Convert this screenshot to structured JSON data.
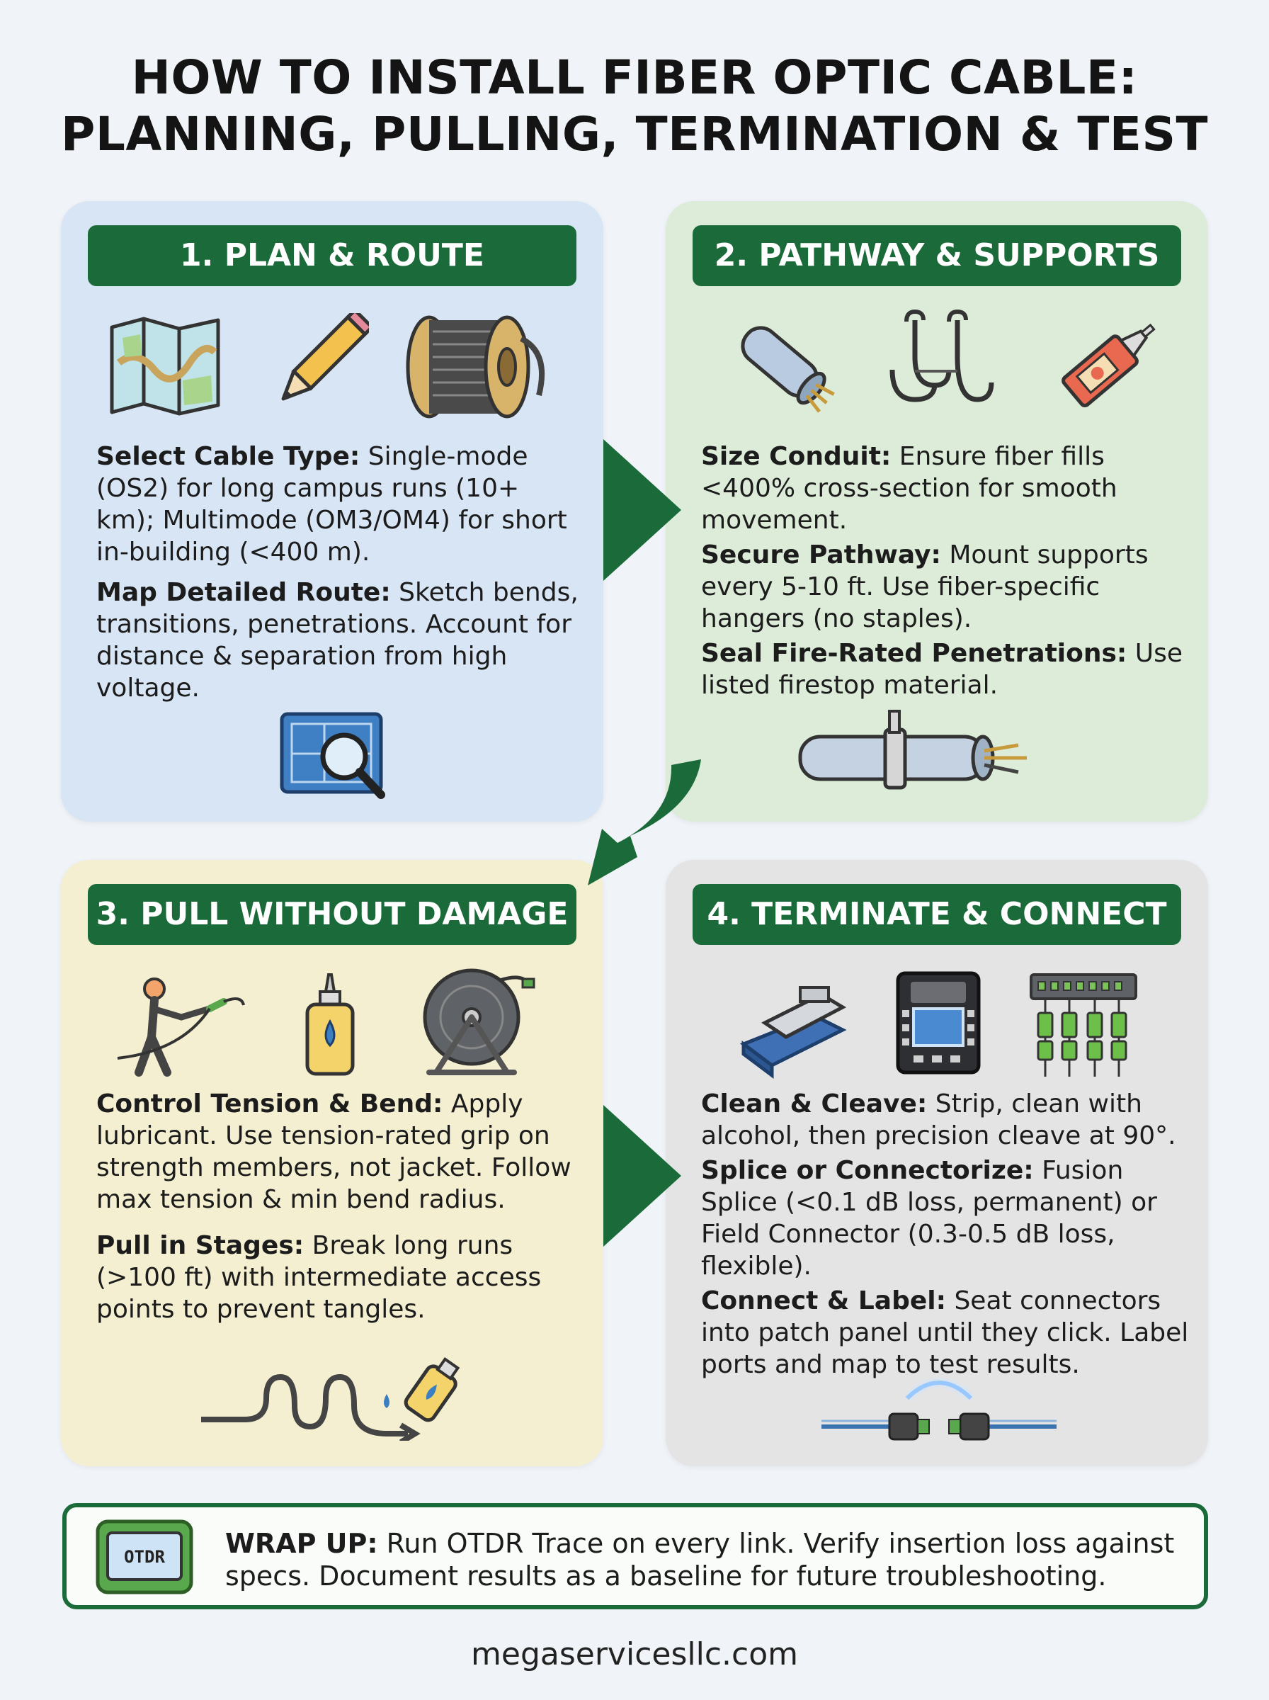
{
  "title": {
    "line1": "HOW TO INSTALL FIBER OPTIC CABLE:",
    "line2": "PLANNING, PULLING, TERMINATION & TEST"
  },
  "steps": [
    {
      "header": "1. PLAN & ROUTE",
      "icons": [
        "map-icon",
        "pencil-icon",
        "cable-spool-icon"
      ],
      "bottom_icon": "blueprint-magnifier-icon",
      "items": [
        {
          "label": "Select Cable Type:",
          "text": " Single-mode (OS2) for long campus runs (10+ km); Multimode (OM3/OM4) for short in-building (<400 m)."
        },
        {
          "label": "Map Detailed Route:",
          "text": " Sketch bends, transitions, penetrations. Account for distance & separation from high voltage."
        }
      ]
    },
    {
      "header": "2. PATHWAY & SUPPORTS",
      "icons": [
        "conduit-icon",
        "j-hooks-icon",
        "firestop-tube-icon"
      ],
      "bottom_icon": "conduit-clamp-icon",
      "items": [
        {
          "label": "Size Conduit:",
          "text": " Ensure fiber fills <400% cross-section for smooth movement."
        },
        {
          "label": "Secure Pathway:",
          "text": " Mount supports every 5-10 ft. Use fiber-specific hangers (no staples)."
        },
        {
          "label": "Seal Fire-Rated Penetrations:",
          "text": " Use listed firestop material."
        }
      ]
    },
    {
      "header": "3. PULL WITHOUT DAMAGE",
      "icons": [
        "worker-pulling-icon",
        "lubricant-bottle-icon",
        "cable-reel-icon"
      ],
      "bottom_icon": "cable-lubricant-icon",
      "items": [
        {
          "label": "Control Tension & Bend:",
          "text": " Apply lubricant. Use tension-rated grip on strength members, not jacket. Follow max tension & min bend radius."
        },
        {
          "label": "Pull in Stages:",
          "text": " Break long runs (>100 ft) with intermediate access points to prevent tangles."
        }
      ]
    },
    {
      "header": "4. TERMINATE & CONNECT",
      "icons": [
        "cleaver-icon",
        "fusion-splicer-icon",
        "patch-panel-icon"
      ],
      "bottom_icon": "connector-link-icon",
      "items": [
        {
          "label": "Clean & Cleave:",
          "text": " Strip, clean with alcohol, then precision cleave at 90°."
        },
        {
          "label": "Splice or Connectorize:",
          "text": " Fusion Splice (<0.1 dB loss, permanent) or Field Connector (0.3-0.5 dB loss, flexible)."
        },
        {
          "label": "Connect & Label:",
          "text": " Seat connectors into patch panel until they click. Label ports and map to test results."
        }
      ]
    }
  ],
  "wrap_up": {
    "icon": "otdr-icon",
    "device_label": "OTDR",
    "label": "WRAP UP:",
    "text": " Run OTDR Trace on every link. Verify insertion loss against specs. Document results as a baseline for future troubleshooting."
  },
  "footer": "megaservicesllc.com",
  "colors": {
    "accent_green": "#1b6b3a",
    "panel_blue": "#d7e5f4",
    "panel_green": "#dcecd9",
    "panel_yellow": "#f4efd0",
    "panel_gray": "#e4e4e5"
  }
}
